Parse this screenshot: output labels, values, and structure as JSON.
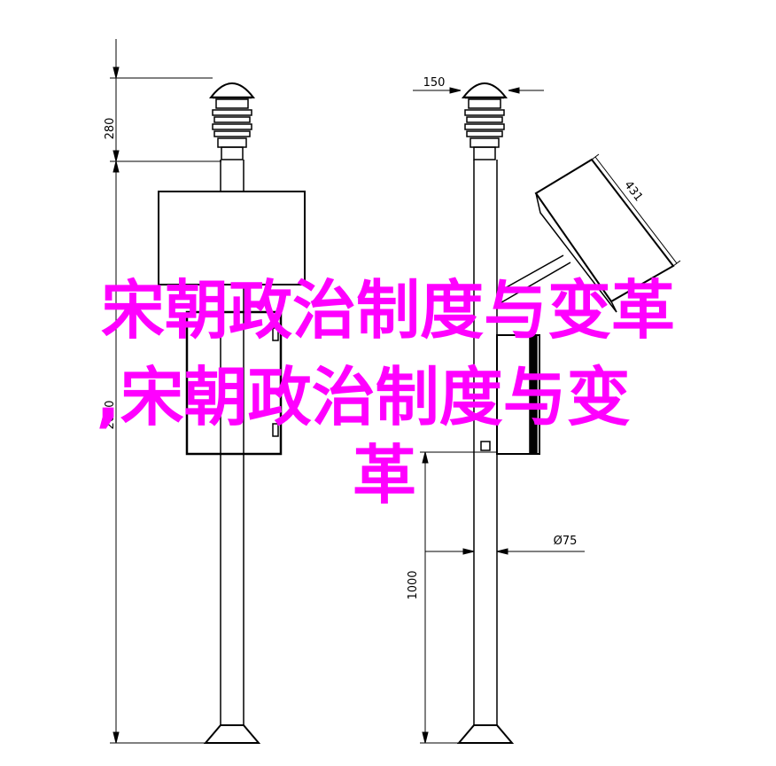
{
  "dimensions": {
    "left_pole_head_height": "280",
    "left_pole_body_height": "2000",
    "right_top_width": "150",
    "arm_length": "431",
    "pole_diameter": "Ø75",
    "right_lower_height": "1000"
  },
  "overlay": {
    "line1": "宋朝政治制度与变革",
    "line2": ",宋朝政治制度与变",
    "line3": "革"
  },
  "colors": {
    "line": "#000000",
    "overlay_text": "#ff00ff",
    "background": "#ffffff"
  }
}
